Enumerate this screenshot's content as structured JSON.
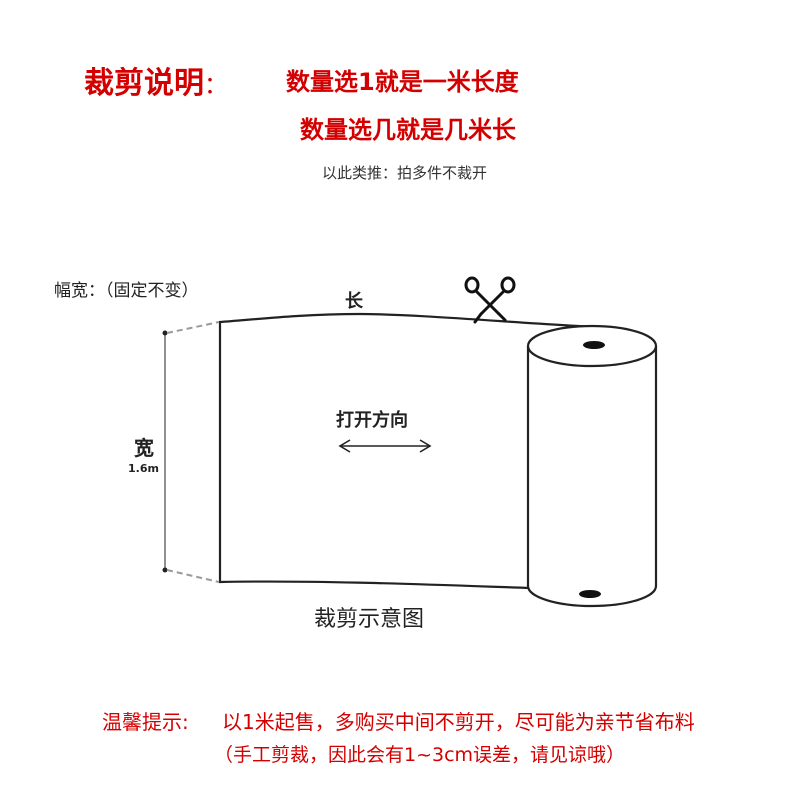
{
  "header": {
    "title": "裁剪说明",
    "colon": "：",
    "rule_line1": "数量选1就是一米长度",
    "rule_line2": "数量选几就是几米长",
    "rule_line3": "以此类推：拍多件不裁开"
  },
  "diagram": {
    "width_note": "幅宽：（固定不变）",
    "length_label": "长",
    "width_label": "宽",
    "width_value": "1.6m",
    "direction_label": "打开方向",
    "caption": "裁剪示意图",
    "scissors_icon": "scissors-icon"
  },
  "footer": {
    "tip_label": "温馨提示:",
    "tip_text": "以1米起售，多购买中间不剪开，尽可能为亲节省布料",
    "tip_note": "（手工剪裁，因此会有1~3cm误差，请见谅哦）"
  },
  "colors": {
    "accent_red": "#d40000",
    "line_black": "#222222",
    "dash_gray": "#9a9a9a"
  }
}
